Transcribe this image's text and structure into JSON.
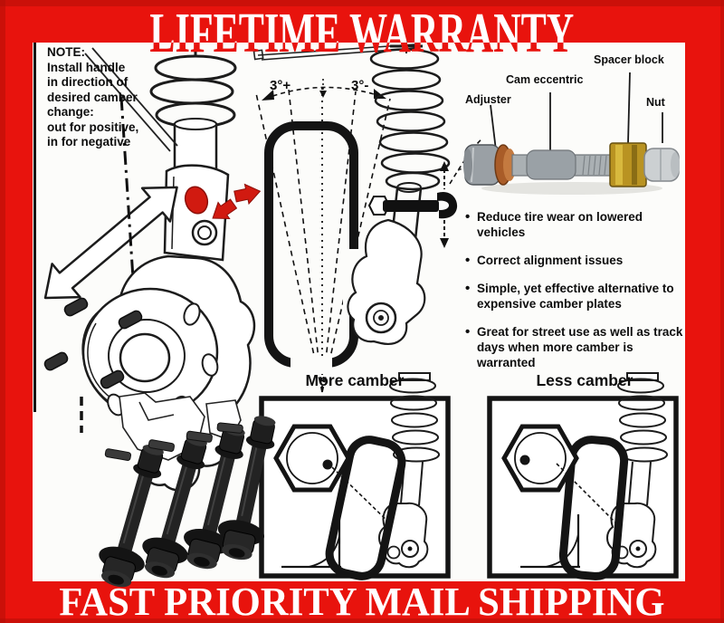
{
  "banner_top": {
    "text": "LIFETIME WARRANTY"
  },
  "banner_bottom": {
    "text": "FAST PRIORITY MAIL SHIPPING"
  },
  "note": {
    "lines": [
      "NOTE:",
      "Install handle",
      "in direction of",
      "desired camber",
      "change:",
      "out for positive,",
      "in for negative"
    ]
  },
  "camber_gauge": {
    "left_label": "3°+",
    "right_label": "3°-"
  },
  "bolt_diagram": {
    "labels": {
      "adjuster": "Adjuster",
      "cam_eccentric": "Cam eccentric",
      "spacer_block": "Spacer block",
      "nut": "Nut"
    }
  },
  "bullets": [
    "Reduce tire wear on lowered vehicles",
    "Correct alignment issues",
    "Simple, yet effective alternative to expensive camber plates",
    "Great for street use as well as track days when more camber is warranted"
  ],
  "panels": {
    "more": {
      "title": "More camber"
    },
    "less": {
      "title": "Less camber"
    }
  },
  "colors": {
    "red": "#e8130d",
    "red_dark": "#b30e08",
    "ink": "#161616",
    "copper": "#a95c28",
    "brass": "#b99322",
    "steel": "#aab0b3"
  }
}
